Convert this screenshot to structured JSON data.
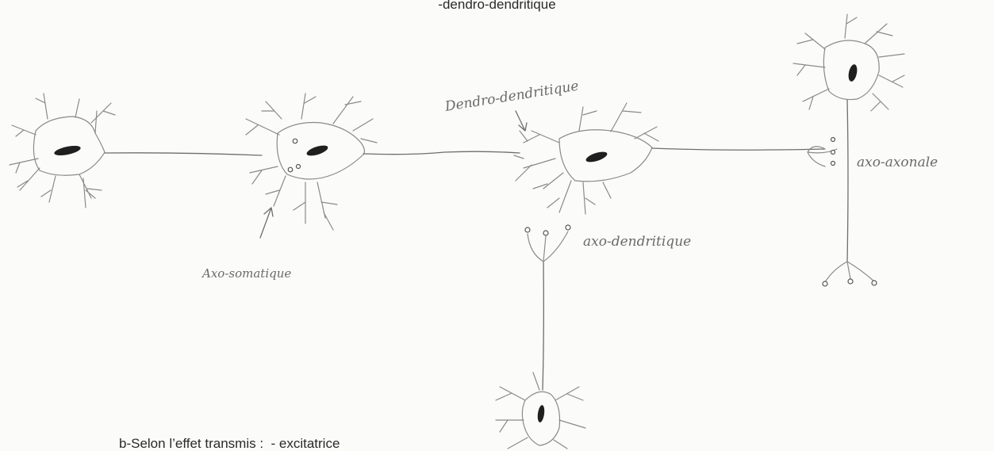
{
  "heading": "-dendro-dendritique",
  "footer": "b-Selon l’effet transmis :  - excitatrice",
  "labels": {
    "dendro_dendritique": "Dendro-dendritique",
    "axo_somatique": "Axo-somatique",
    "axo_dendritique": "axo-dendritique",
    "axo_axonale": "axo-axonale"
  }
}
